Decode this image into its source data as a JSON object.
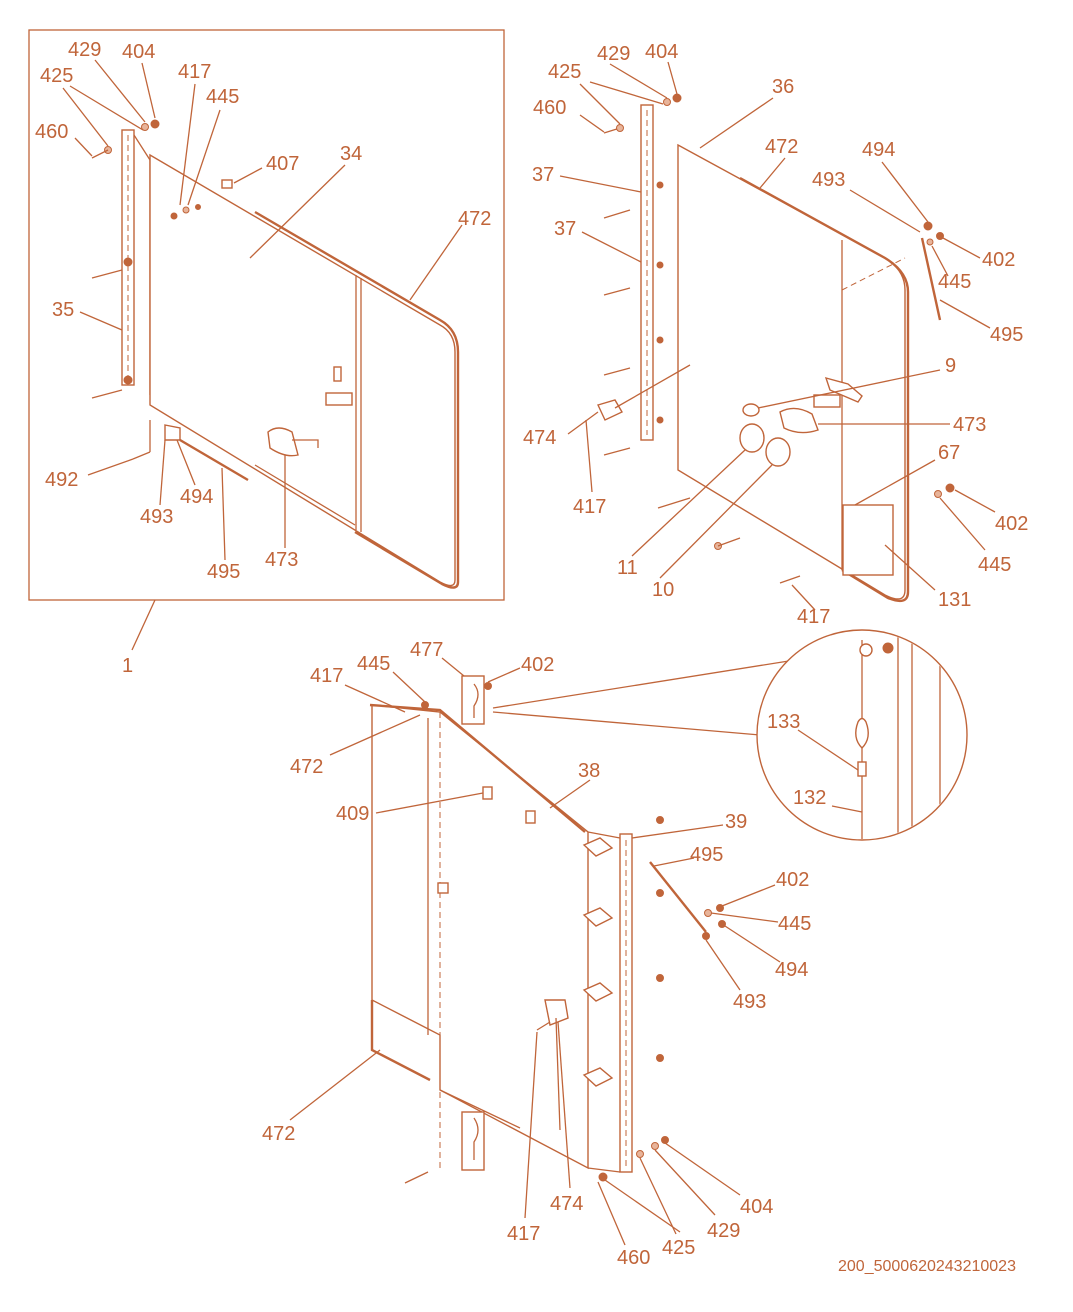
{
  "document_id": "200_5000620243210023",
  "colors": {
    "line": "#c0653a",
    "fill": "#ffffff",
    "hardware": "#e8b49a"
  },
  "callouts": {
    "a_429": "429",
    "a_404": "404",
    "a_425": "425",
    "a_417": "417",
    "a_445": "445",
    "a_460": "460",
    "a_407": "407",
    "a_34": "34",
    "a_472": "472",
    "a_35": "35",
    "a_492": "492",
    "a_493": "493",
    "a_494": "494",
    "a_495": "495",
    "a_473": "473",
    "a_1": "1",
    "b_429": "429",
    "b_404": "404",
    "b_425": "425",
    "b_460": "460",
    "b_36": "36",
    "b_472": "472",
    "b_37a": "37",
    "b_37b": "37",
    "b_494": "494",
    "b_493": "493",
    "b_402a": "402",
    "b_445a": "445",
    "b_495": "495",
    "b_9": "9",
    "b_473": "473",
    "b_474": "474",
    "b_67": "67",
    "b_417a": "417",
    "b_402b": "402",
    "b_445b": "445",
    "b_11": "11",
    "b_10": "10",
    "b_131": "131",
    "b_417b": "417",
    "c_417a": "417",
    "c_445": "445",
    "c_477": "477",
    "c_402a": "402",
    "c_472a": "472",
    "c_38": "38",
    "c_409": "409",
    "c_39": "39",
    "c_495": "495",
    "c_402b": "402",
    "c_445b": "445",
    "c_494": "494",
    "c_493": "493",
    "c_472b": "472",
    "c_417b": "417",
    "c_474": "474",
    "c_404": "404",
    "c_429": "429",
    "c_425": "425",
    "c_460": "460",
    "d_133": "133",
    "d_132": "132"
  }
}
